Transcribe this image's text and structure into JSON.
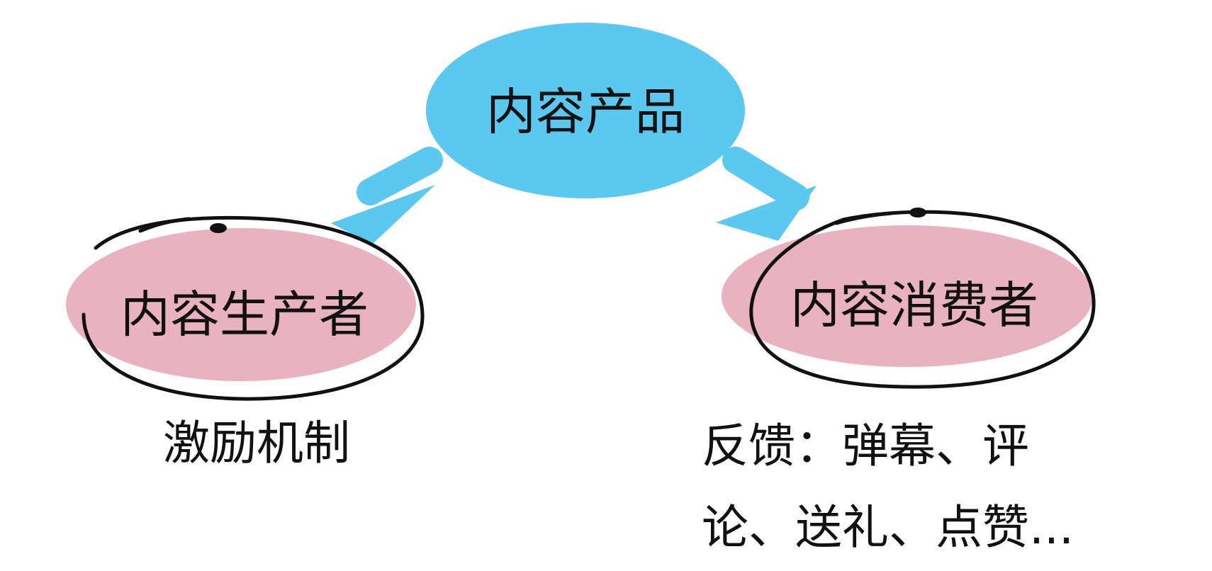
{
  "diagram": {
    "top_node": {
      "label": "内容产品",
      "fill": "#5BC8EF"
    },
    "left_node": {
      "label": "内容生产者",
      "fill": "#E8B2C0",
      "outline": "#111111"
    },
    "right_node": {
      "label": "内容消费者",
      "fill": "#E8B2C0",
      "outline": "#111111"
    },
    "left_note": {
      "label": "激励机制"
    },
    "right_note": {
      "line1": "反馈：弹幕、评",
      "line2": "论、送礼、点赞..."
    },
    "arrow_color": "#5BC8EF"
  }
}
